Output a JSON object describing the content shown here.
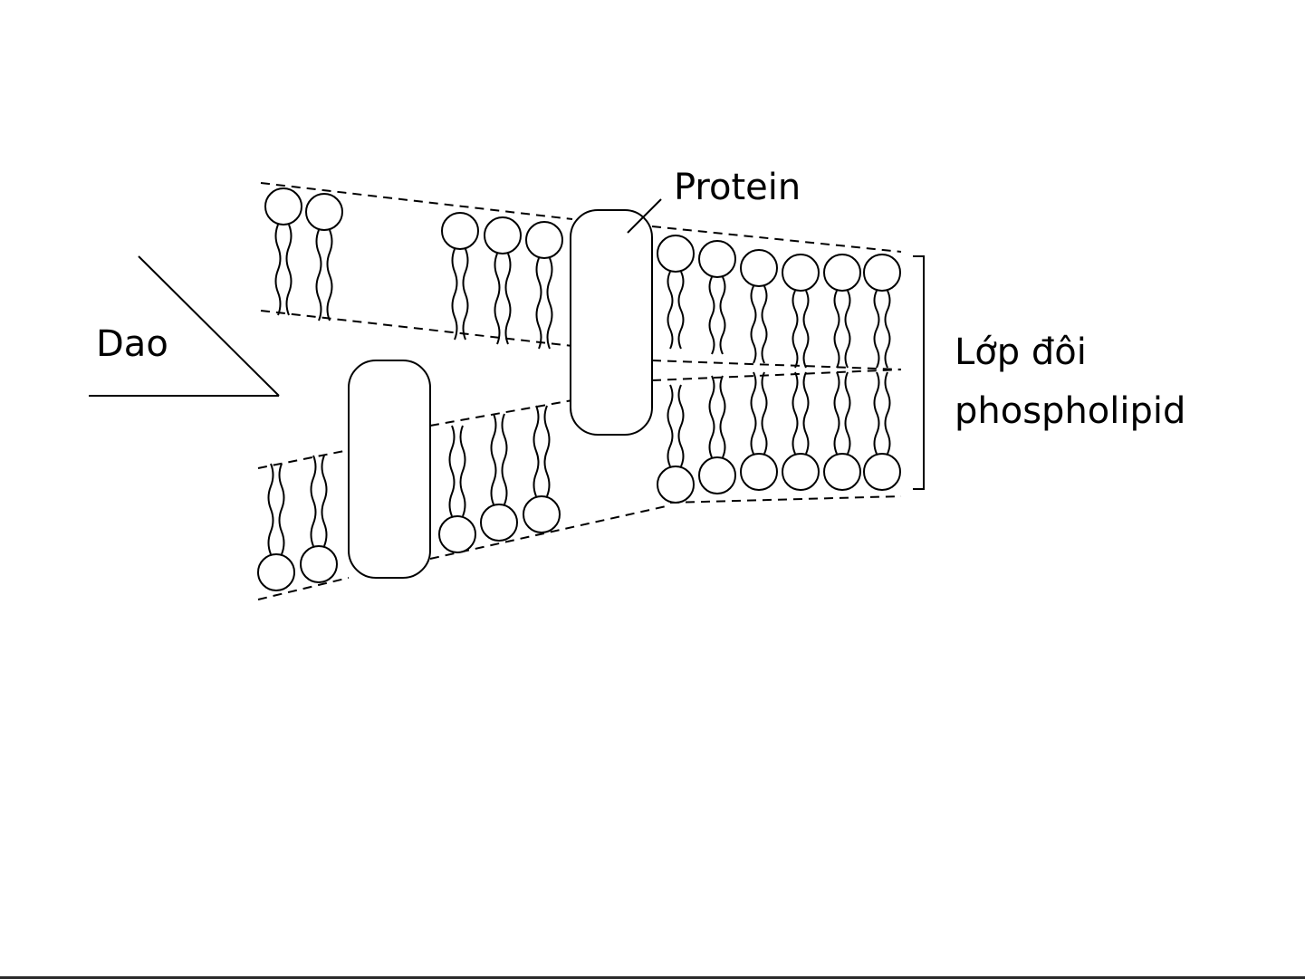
{
  "labels": {
    "knife": "Dao",
    "protein": "Protein",
    "bilayer_line1": "Lớp đôi",
    "bilayer_line2": "phospholipid"
  },
  "colors": {
    "ink": "#000000",
    "background": "#ffffff"
  }
}
